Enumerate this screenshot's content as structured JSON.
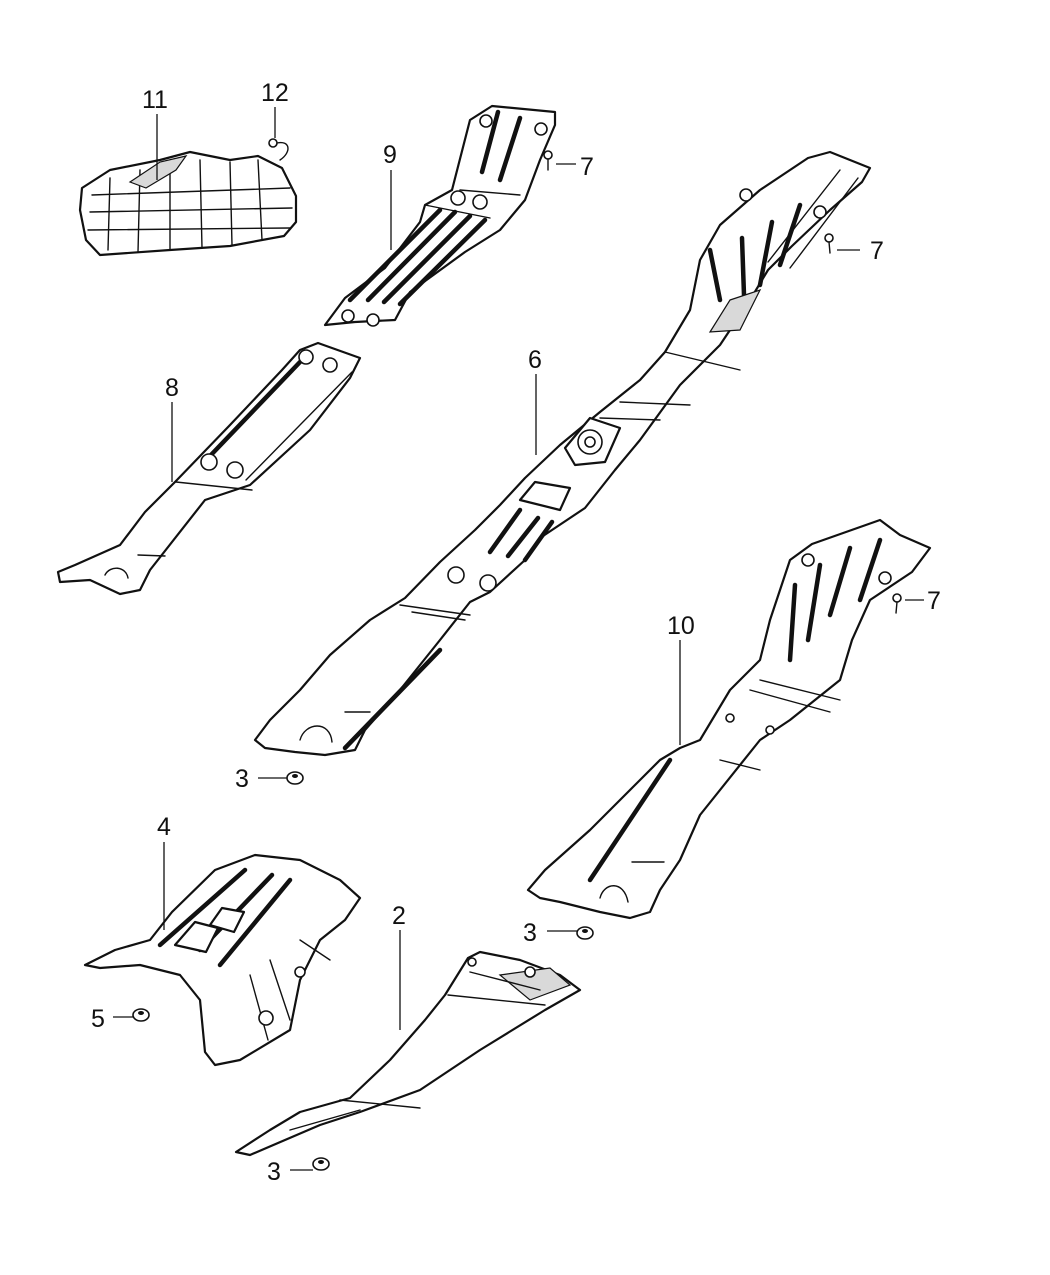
{
  "diagram": {
    "callouts": {
      "c2": "2",
      "c3a": "3",
      "c3b": "3",
      "c3c": "3",
      "c4": "4",
      "c5": "5",
      "c6": "6",
      "c7a": "7",
      "c7b": "7",
      "c7c": "7",
      "c8": "8",
      "c9": "9",
      "c10": "10",
      "c11": "11",
      "c12": "12"
    }
  }
}
